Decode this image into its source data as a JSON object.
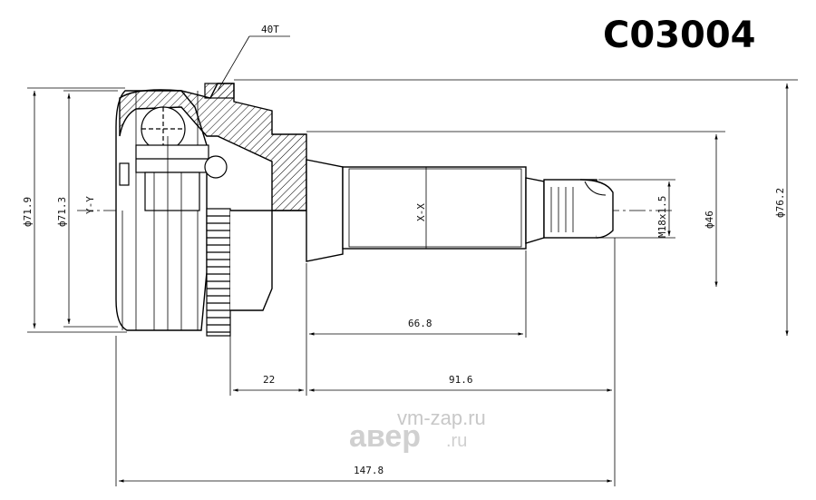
{
  "part_code": "C03004",
  "teeth": "40T",
  "axes": {
    "y": "Y-Y",
    "x": "X-X"
  },
  "dimensions": {
    "outer_dia_1": "ф71.9",
    "outer_dia_2": "ф71.3",
    "seal_dia": "ф76.2",
    "shaft_dia": "ф46",
    "thread": "M18x1.5",
    "len_spline": "66.8",
    "len_22": "22",
    "len_shaft": "91.6",
    "len_total": "147.8"
  },
  "watermark": {
    "site": "vm-zap.ru",
    "brand": "авер",
    "tld": ".ru"
  }
}
